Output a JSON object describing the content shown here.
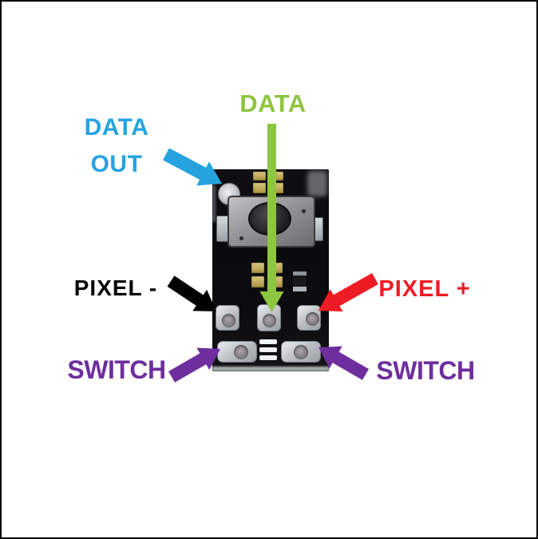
{
  "annotations": {
    "data": {
      "text": "DATA",
      "color": "#8DC63F"
    },
    "data_out": {
      "line1": "DATA",
      "line2": "OUT",
      "color": "#25A3DF"
    },
    "pixel_minus": {
      "text": "PIXEL -",
      "color": "#000000"
    },
    "pixel_plus": {
      "text": "PIXEL +",
      "color": "#ED1C24"
    },
    "switch_left": {
      "text": "SWITCH",
      "color": "#6E2E9E"
    },
    "switch_right": {
      "text": "SWITCH",
      "color": "#6E2E9E"
    }
  },
  "board": {
    "background_color": "#0C0C0E",
    "silver_pad_color": "#C6CACE",
    "gold_pad_color": "#C9B569",
    "pad_count_middle_row": 3,
    "pad_count_bottom_row": 2,
    "switch_marking_dashes": 3
  }
}
